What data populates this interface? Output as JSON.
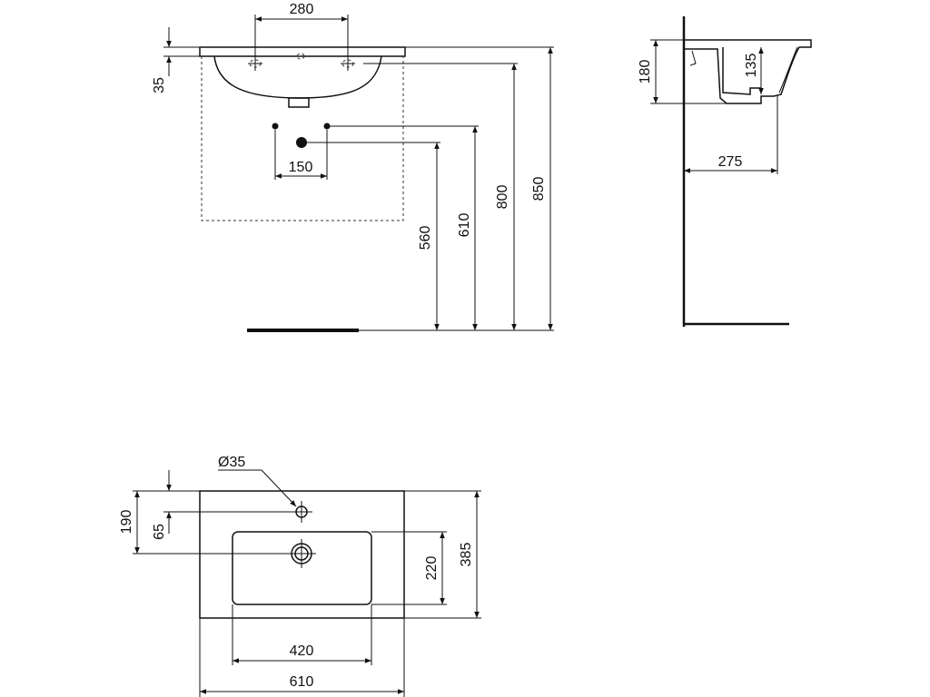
{
  "front_view": {
    "dim_tap_spacing": "280",
    "dim_rim_thickness": "35",
    "dim_drain_offset": "150",
    "dim_waste_height": "560",
    "dim_supply_height": "610",
    "dim_bowl_height": "800",
    "dim_total_height": "850"
  },
  "side_view": {
    "dim_bowl_depth": "180",
    "dim_inner_depth": "135",
    "dim_projection": "275"
  },
  "top_view": {
    "dim_tap_hole": "Ø35",
    "dim_tap_to_bowl": "190",
    "dim_tap_to_back": "65",
    "dim_bowl_length": "220",
    "dim_total_depth": "385",
    "dim_bowl_width": "420",
    "dim_total_width": "610"
  },
  "colors": {
    "line": "#111111",
    "background": "#ffffff"
  }
}
